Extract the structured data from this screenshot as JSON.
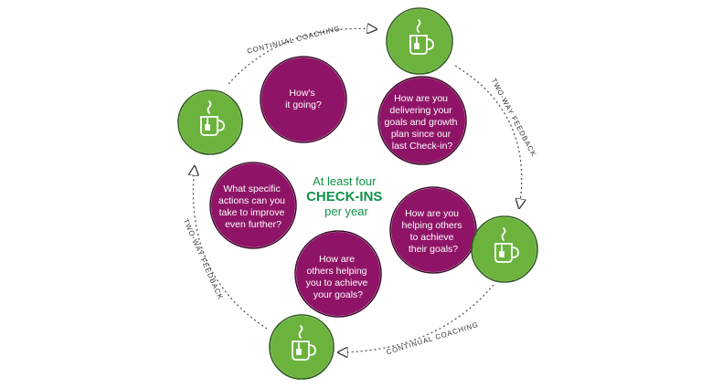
{
  "center": {
    "line1": "At least four",
    "line2": "CHECK-INS",
    "line3": "per year"
  },
  "edges": {
    "top": "CONTINUAL COACHING",
    "right": "TWO-WAY FEEDBACK",
    "bottom": "CONTINUAL COACHING",
    "left": "TWO-WAY FEEDBACK"
  },
  "questions": [
    [
      "How's",
      "it going?"
    ],
    [
      "How are you",
      "delivering your",
      "goals and growth",
      "plan since our",
      "last Check-in?"
    ],
    [
      "How are you",
      "helping others",
      "to achieve",
      "their goals?"
    ],
    [
      "How are",
      "others helping",
      "you to achieve",
      "your goals?"
    ],
    [
      "What specific",
      "actions can you",
      "take to improve",
      "even further?"
    ]
  ],
  "colors": {
    "question_fill": "#8f1467",
    "mug_fill": "#6cb33e",
    "center_text": "#0f9148",
    "line": "#555555"
  },
  "icon": "coffee-mug-icon"
}
